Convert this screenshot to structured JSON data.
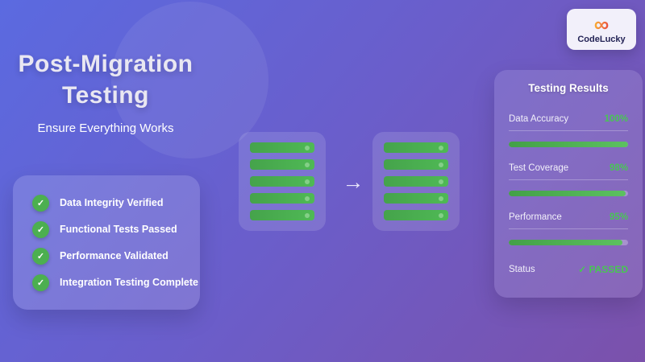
{
  "header": {
    "title_line1": "Post-Migration",
    "title_line2": "Testing",
    "subtitle": "Ensure Everything Works"
  },
  "logo": {
    "brand": "CodeLucky",
    "infinity_glyph": "∞"
  },
  "checklist": {
    "check_glyph": "✓",
    "items": [
      "Data Integrity Verified",
      "Functional Tests Passed",
      "Performance Validated",
      "Integration Testing Complete"
    ]
  },
  "migration": {
    "source_rows": 5,
    "target_rows": 5,
    "arrow_glyph": "→"
  },
  "results": {
    "title": "Testing Results",
    "metrics": [
      {
        "label": "Data Accuracy",
        "value": "100%"
      },
      {
        "label": "Test Coverage",
        "value": "98%"
      },
      {
        "label": "Performance",
        "value": "95%"
      }
    ],
    "status": {
      "label": "Status",
      "value": "✓ PASSED"
    }
  },
  "colors": {
    "background_start": "#5b6ae0",
    "background_end": "#7b51ab",
    "accent_green": "#4caf50",
    "percent_green": "#48c653",
    "logo_gradient_start": "#f9b234",
    "logo_gradient_end": "#e94e3f"
  }
}
